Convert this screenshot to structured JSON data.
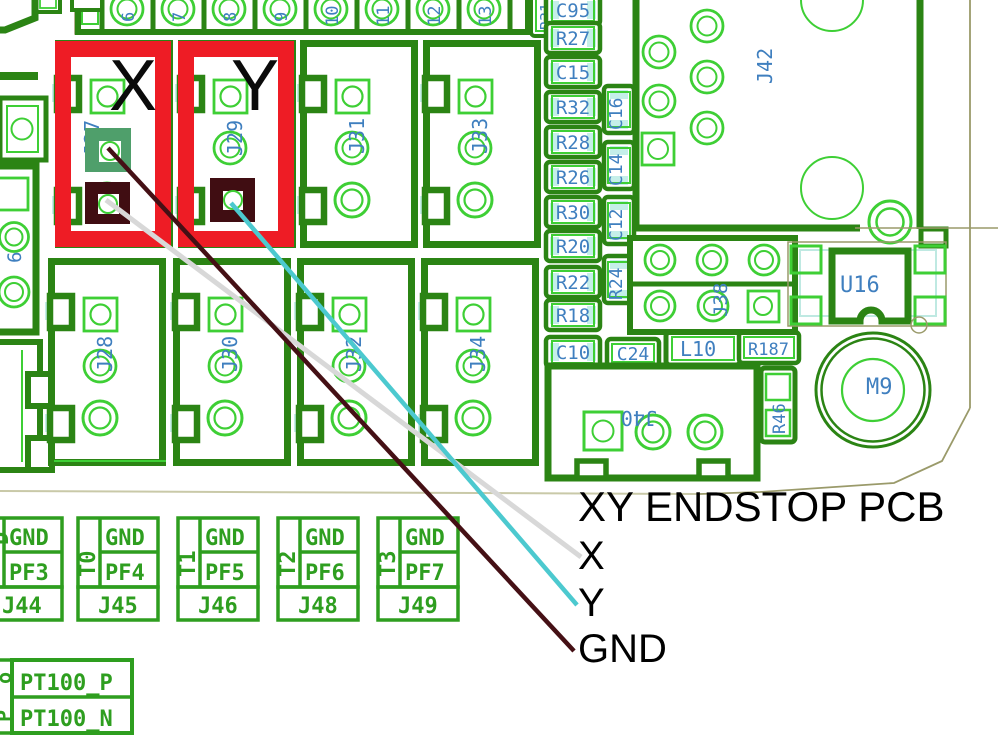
{
  "colors": {
    "board_outline_green": "#2b8414",
    "pad_bright_green": "#3ecf35",
    "silk_label_blue": "#3f7fbf",
    "highlight_red": "#ee1c25",
    "header_label_green": "#2e9e1f",
    "pad_fill_green": "#4f9f6b",
    "pad_fill_maroon": "#400d12",
    "wire_x_gray": "#d8d8d8",
    "wire_y_teal": "#4cc9cf",
    "wire_gnd_maroon": "#451015",
    "board_edge_tan": "#9a9a6a",
    "annotation_black": "#000000"
  },
  "top_pin_header": {
    "pins": [
      "6",
      "7",
      "8",
      "9",
      "10",
      "11",
      "12",
      "13"
    ]
  },
  "components": {
    "r31": "R31",
    "chain": [
      "C95",
      "R27",
      "C15",
      "R32",
      "R28",
      "R26",
      "R30",
      "R20",
      "R22",
      "R18",
      "C10"
    ],
    "side_chain": [
      "C16",
      "C14",
      "C12",
      "R24"
    ],
    "c24": "C24",
    "l10": "L10",
    "r187": "R187",
    "r46": "R46",
    "u16": "U16",
    "m9": "M9"
  },
  "connectors": {
    "j26_fragment": "6",
    "j27": "J27",
    "j28": "J28",
    "j29": "J29",
    "j30": "J30",
    "j31": "J31",
    "j32": "J32",
    "j33": "J33",
    "j34": "J34",
    "j38": "J38",
    "j40": "J40",
    "j42": "J42"
  },
  "headers": [
    {
      "id": "J44",
      "vertical": "D",
      "top": "GND",
      "bottom": "PF3"
    },
    {
      "id": "J45",
      "vertical": "T0",
      "top": "GND",
      "bottom": "PF4"
    },
    {
      "id": "J46",
      "vertical": "T1",
      "top": "GND",
      "bottom": "PF5"
    },
    {
      "id": "J48",
      "vertical": "T2",
      "top": "GND",
      "bottom": "PF6"
    },
    {
      "id": "J49",
      "vertical": "T3",
      "top": "GND",
      "bottom": "PF7"
    }
  ],
  "pt100": {
    "row_p": "PT100_P",
    "row_n": "PT100_N",
    "fragments": [
      "o",
      "P"
    ]
  },
  "annotations": {
    "title": "XY ENDSTOP PCB",
    "marker_x": "X",
    "marker_y": "Y",
    "wire_labels": {
      "x": "X",
      "y": "Y",
      "gnd": "GND"
    }
  }
}
